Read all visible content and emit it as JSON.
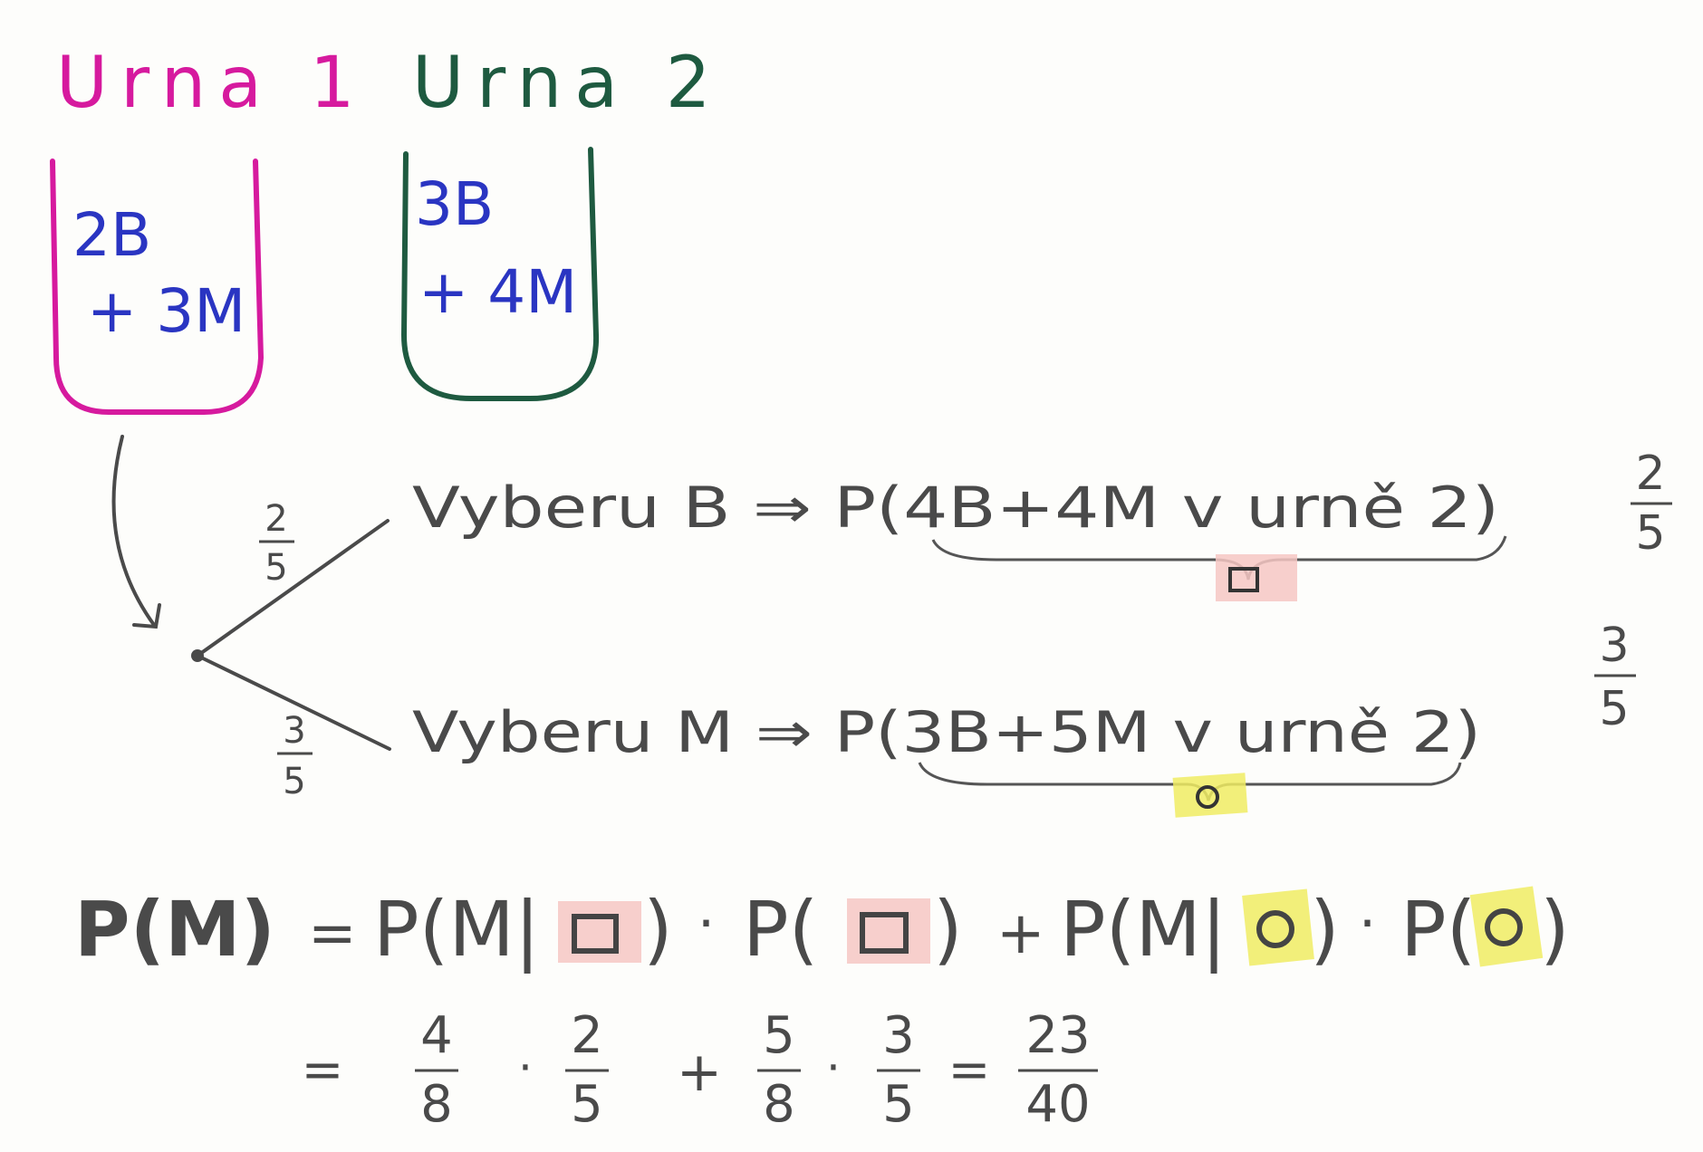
{
  "colors": {
    "urn1": "#d61a9e",
    "urn2": "#1e5a40",
    "contents": "#2a35c2",
    "pencil": "#4a4a4a",
    "pink_highlight": "#f6c7c3",
    "yellow_highlight": "#f0ec63"
  },
  "urn1": {
    "title": "Urna 1",
    "line1": "2B",
    "line2": "+ 3M"
  },
  "urn2": {
    "title": "Urna 2",
    "line1": "3B",
    "line2": "+ 4M"
  },
  "tree": {
    "upper_branch": {
      "prob_num": "2",
      "prob_den": "5",
      "text": "Vyberu B ⇒ P(4B+4M v urně 2)",
      "result_num": "2",
      "result_den": "5",
      "symbol": "square"
    },
    "lower_branch": {
      "prob_num": "3",
      "prob_den": "5",
      "text": "Vyberu M ⇒ P(3B+5M v urně 2)",
      "result_num": "3",
      "result_den": "5",
      "symbol": "circle"
    }
  },
  "formula": {
    "line1": {
      "lhs": "P(M)",
      "eq": "=",
      "t1_open": "P(M|",
      "t1_close": ")",
      "dot": "·",
      "t2_open": "P(",
      "t2_close": ")",
      "plus": "+",
      "t3_open": "P(M|",
      "t3_close": ")",
      "t4_open": "P(",
      "t4_close": ")"
    },
    "line2": {
      "eq": "=",
      "f1_num": "4",
      "f1_den": "8",
      "f2_num": "2",
      "f2_den": "5",
      "plus": "+",
      "f3_num": "5",
      "f3_den": "8",
      "f4_num": "3",
      "f4_den": "5",
      "eq2": "=",
      "res_num": "23",
      "res_den": "40",
      "dot": "·"
    }
  }
}
